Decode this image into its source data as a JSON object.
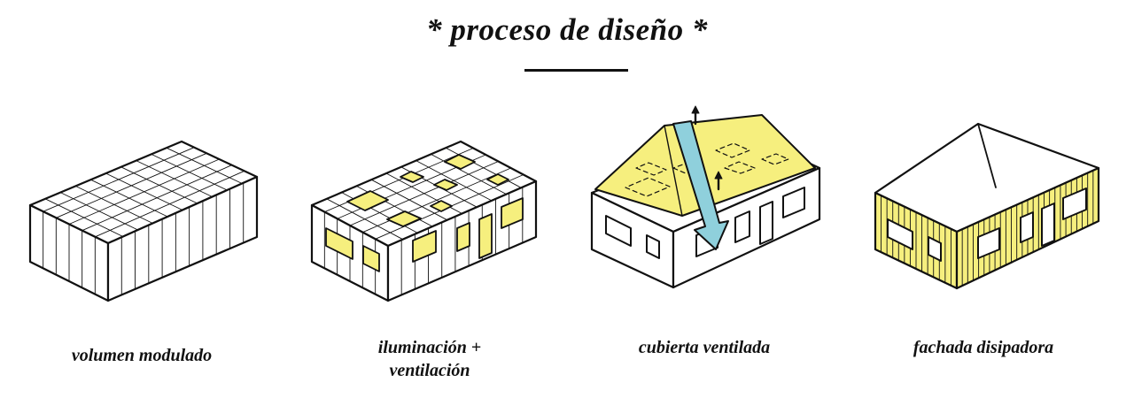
{
  "title": "* proceso de diseño *",
  "steps": [
    {
      "caption": "volumen modulado"
    },
    {
      "caption_line1": "iluminación +",
      "caption_line2": "ventilación"
    },
    {
      "caption": "cubierta ventilada"
    },
    {
      "caption": "fachada disipadora"
    }
  ],
  "colors": {
    "ink": "#111111",
    "highlight_yellow": "#f6ef7e",
    "airflow_blue": "#8fd0dc",
    "background": "#ffffff"
  }
}
